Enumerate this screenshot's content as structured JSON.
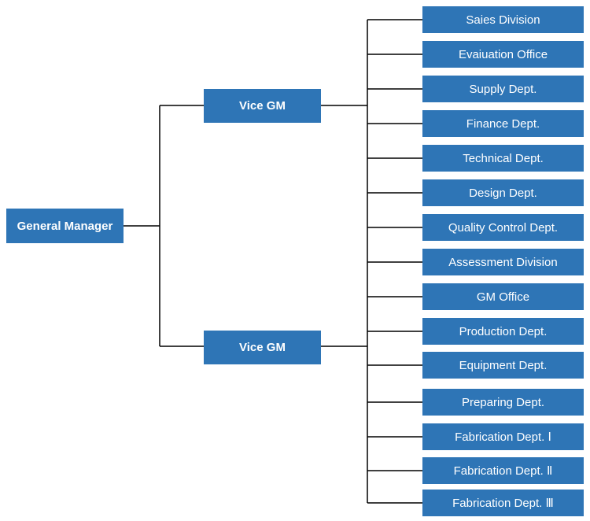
{
  "general_manager": "General Manager",
  "vice_gm_top": "Vice GM",
  "vice_gm_bottom": "Vice GM",
  "departments": [
    "Saies Division",
    "Evaiuation Office",
    "Supply Dept.",
    "Finance Dept.",
    "Technical Dept.",
    "Design Dept.",
    "Quality Control Dept.",
    "Assessment Division",
    "GM Office",
    "Production Dept.",
    "Equipment Dept.",
    "Preparing Dept.",
    "Fabrication Dept. Ⅰ",
    "Fabrication Dept. Ⅱ",
    "Fabrication Dept. Ⅲ"
  ],
  "colors": {
    "box": "#2e75b6",
    "text": "#ffffff",
    "line": "#000000"
  }
}
